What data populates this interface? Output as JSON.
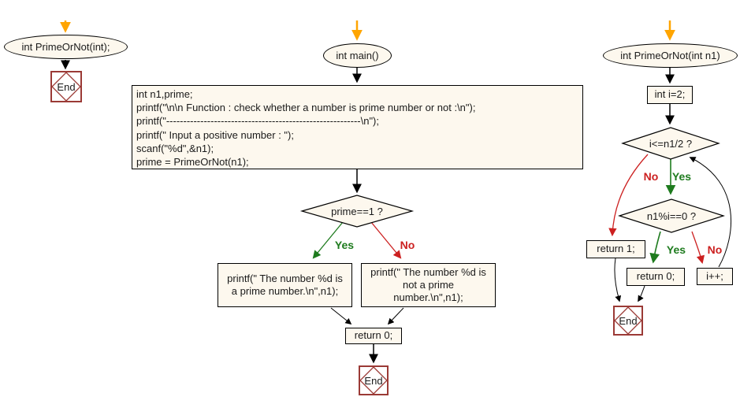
{
  "title": "Flowchart: check whether a number is prime or not",
  "colors": {
    "shape_fill": "#fdf8ee",
    "shape_border": "#000000",
    "end_border": "#9b3a36",
    "arrow_black": "#000000",
    "arrow_orange": "#ffa500",
    "arrow_green": "#1e7b1e",
    "arrow_red": "#cc2020"
  },
  "declaration": {
    "start_label": "int PrimeOrNot(int);",
    "end_label": "End"
  },
  "main": {
    "start_label": "int main()",
    "code_lines": [
      "int n1,prime;",
      "printf(\"\\n\\n Function : check whether a number is prime number or not :\\n\");",
      "printf(\"---------------------------------------------------------\\n\");",
      "printf(\" Input a positive number : \");",
      "scanf(\"%d\",&n1);",
      "prime = PrimeOrNot(n1);"
    ],
    "decision": "prime==1 ?",
    "yes_label": "Yes",
    "no_label": "No",
    "yes_box": "printf(\" The number %d is a prime number.\\n\",n1);",
    "no_box": "printf(\" The number %d is not a prime number.\\n\",n1);",
    "return_box": "return 0;",
    "end_label": "End"
  },
  "func": {
    "start_label": "int PrimeOrNot(int n1)",
    "init_box": "int i=2;",
    "loop_decision": "i<=n1/2 ?",
    "loop_yes_label": "Yes",
    "loop_no_label": "No",
    "mod_decision": "n1%i==0 ?",
    "mod_yes_label": "Yes",
    "mod_no_label": "No",
    "return1_box": "return 1;",
    "return0_box": "return 0;",
    "increment_box": "i++;",
    "end_label": "End"
  }
}
